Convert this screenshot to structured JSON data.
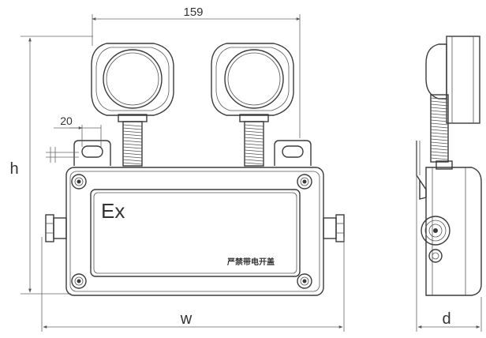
{
  "dimensions": {
    "top_span": "159",
    "bracket_offset": "20",
    "height_label": "h",
    "width_label": "w",
    "depth_label": "d"
  },
  "body": {
    "ex_mark": "Ex",
    "caption": "严禁带电开盖"
  },
  "colors": {
    "line": "#3a3a3a",
    "dim_line": "#666666",
    "text": "#333333",
    "background": "#ffffff"
  }
}
